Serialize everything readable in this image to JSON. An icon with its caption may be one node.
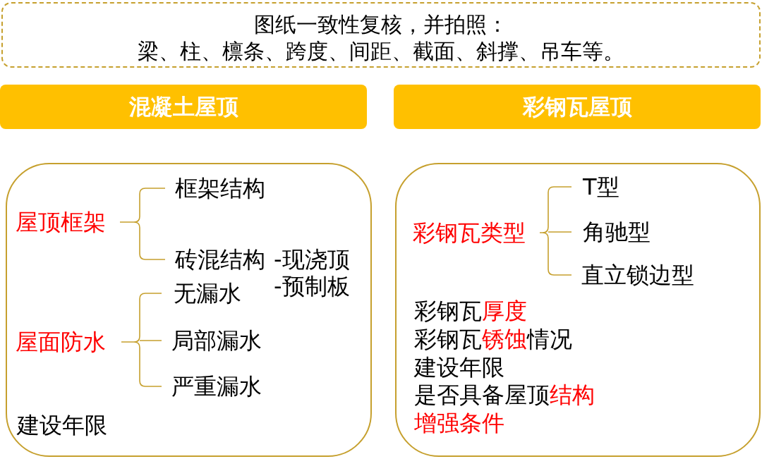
{
  "diagram": {
    "nodes": [
      {
        "text": [
          "图纸一致性复核，并拍照：",
          "梁、柱、檩条、跨度、间距、截面、斜撑、吊车等。"
        ]
      },
      {
        "text": [
          "混凝土屋顶"
        ]
      },
      {
        "text": [
          "彩钢瓦屋顶"
        ]
      },
      {
        "text": [
          "建设年限"
        ]
      },
      {
        "text": [
          "屋顶框架"
        ],
        "in": 3
      },
      {
        "text": [
          "框架结构"
        ],
        "in": 3
      },
      {
        "text": [
          "砖混结构"
        ],
        "in": 3,
        "beside": [
          "-现浇顶",
          "-预制板"
        ]
      },
      {
        "text": [
          "屋面防水"
        ],
        "in": 3
      },
      {
        "text": [
          "无漏水"
        ],
        "in": 3
      },
      {
        "text": [
          "局部漏水"
        ],
        "in": 3
      },
      {
        "text": [
          "严重漏水"
        ],
        "in": 3
      },
      {
        "text": [
          "彩钢瓦**厚度**",
          "彩钢瓦**锈蚀**情况",
          "建设年限",
          "是否具备屋顶**结构增强条件**"
        ]
      },
      {
        "text": [
          "彩钢瓦类型"
        ],
        "in": 11
      },
      {
        "text": [
          "T型"
        ],
        "in": 11
      },
      {
        "text": [
          "角驰型"
        ],
        "in": 11
      },
      {
        "text": [
          "直立锁边型"
        ],
        "in": 11
      }
    ],
    "edges": [
      {
        "from": 4,
        "to": 5,
        "arrow": "none"
      },
      {
        "from": 4,
        "to": 6,
        "arrow": "none"
      },
      {
        "from": 7,
        "to": 8,
        "arrow": "none"
      },
      {
        "from": 7,
        "to": 9,
        "arrow": "none"
      },
      {
        "from": 7,
        "to": 10,
        "arrow": "none"
      },
      {
        "from": 12,
        "to": 13,
        "arrow": "none"
      },
      {
        "from": 12,
        "to": 14,
        "arrow": "none"
      },
      {
        "from": 12,
        "to": 15,
        "arrow": "none"
      }
    ]
  }
}
